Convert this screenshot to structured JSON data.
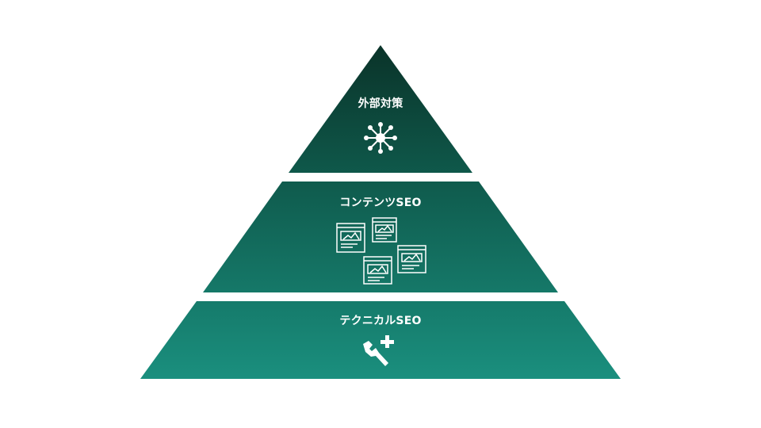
{
  "diagram": {
    "type": "pyramid",
    "tiers": [
      {
        "label": "外部対策",
        "icon": "network-hub-icon",
        "position": "top"
      },
      {
        "label": "コンテンツSEO",
        "icon": "web-pages-icon",
        "position": "middle"
      },
      {
        "label": "テクニカルSEO",
        "icon": "wrench-plus-icon",
        "position": "bottom"
      }
    ],
    "colors": {
      "top": "#0b3a30",
      "bottom": "#1a8f7e",
      "icon": "#ffffff",
      "background": "#ffffff"
    }
  }
}
